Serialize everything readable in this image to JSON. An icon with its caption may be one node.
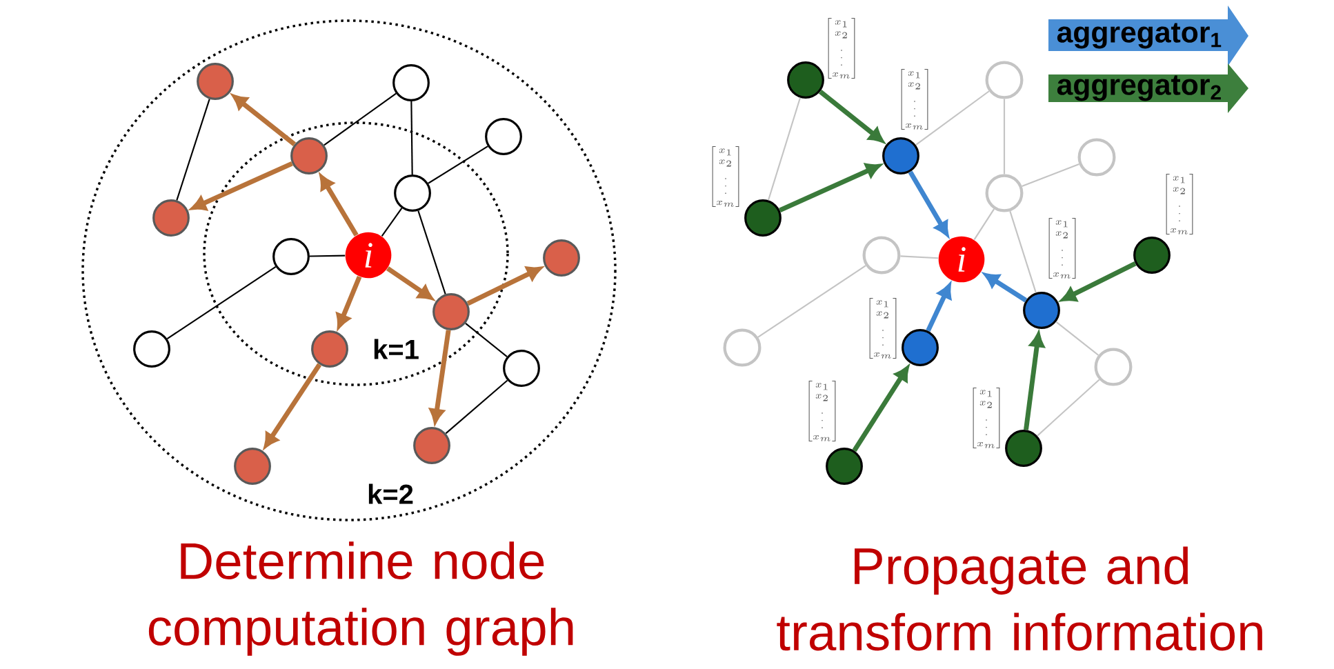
{
  "diagram": {
    "nodes": [
      {
        "text": [
          "i"
        ]
      },
      {
        "text": [],
        "shape": "circle"
      },
      {
        "text": [],
        "shape": "circle"
      },
      {
        "text": [],
        "shape": "circle"
      },
      {
        "text": [],
        "shape": "circle"
      },
      {
        "text": [],
        "shape": "circle"
      },
      {
        "text": [],
        "shape": "circle"
      },
      {
        "text": [],
        "shape": "circle"
      },
      {
        "text": [],
        "shape": "circle"
      },
      {
        "text": [],
        "shape": "circle"
      },
      {
        "text": [],
        "shape": "circle"
      },
      {
        "text": [],
        "shape": "circle"
      },
      {
        "text": [],
        "shape": "circle"
      },
      {
        "text": [],
        "shape": "circle"
      },
      {
        "text": [],
        "shape": "circle"
      },
      {
        "text": [
          "i"
        ]
      },
      {
        "text": [],
        "shape": "circle"
      },
      {
        "text": [],
        "shape": "circle",
        "beside": [
          "\\begin{bmatrix}x_1\\\\x_2\\\\\\vdots\\\\x_m\\end{bmatrix}"
        ]
      },
      {
        "text": [],
        "shape": "circle"
      },
      {
        "text": [],
        "shape": "circle",
        "beside": [
          "\\begin{bmatrix}x_1\\\\x_2\\\\\\vdots\\\\x_m\\end{bmatrix}"
        ]
      },
      {
        "text": [],
        "shape": "circle"
      },
      {
        "text": [],
        "shape": "circle",
        "beside": [
          "\\begin{bmatrix}x_1\\\\x_2\\\\\\vdots\\\\x_m\\end{bmatrix}"
        ]
      },
      {
        "text": [],
        "shape": "circle"
      },
      {
        "text": [],
        "shape": "circle",
        "beside": [
          "\\begin{bmatrix}x_1\\\\x_2\\\\\\vdots\\\\x_m\\end{bmatrix}"
        ]
      },
      {
        "text": [],
        "shape": "circle",
        "beside": [
          "\\begin{bmatrix}x_1\\\\x_2\\\\\\vdots\\\\x_m\\end{bmatrix}"
        ]
      },
      {
        "text": [],
        "shape": "circle"
      },
      {
        "text": [],
        "shape": "circle",
        "beside": [
          "\\begin{bmatrix}x_1\\\\x_2\\\\\\vdots\\\\x_m\\end{bmatrix}"
        ]
      },
      {
        "text": [],
        "shape": "circle"
      },
      {
        "text": [],
        "shape": "circle",
        "beside": [
          "\\begin{bmatrix}x_1\\\\x_2\\\\\\vdots\\\\x_m\\end{bmatrix}"
        ]
      },
      {
        "text": [],
        "shape": "circle",
        "beside": [
          "\\begin{bmatrix}x_1\\\\x_2\\\\\\vdots\\\\x_m\\end{bmatrix}"
        ]
      }
    ],
    "edges": [
      {
        "from": 1,
        "to": 6,
        "arrow": "none"
      },
      {
        "from": 4,
        "to": 2,
        "arrow": "none"
      },
      {
        "from": 2,
        "to": 5,
        "arrow": "none"
      },
      {
        "from": 5,
        "to": 3,
        "arrow": "none"
      },
      {
        "from": 5,
        "to": 0,
        "arrow": "none"
      },
      {
        "from": 7,
        "to": 0,
        "arrow": "none"
      },
      {
        "from": 7,
        "to": 10,
        "arrow": "none"
      },
      {
        "from": 5,
        "to": 9,
        "arrow": "none"
      },
      {
        "from": 9,
        "to": 12,
        "arrow": "none"
      },
      {
        "from": 12,
        "to": 13,
        "arrow": "none"
      },
      {
        "from": 0,
        "to": 4,
        "arrow": "to",
        "style": "thick",
        "color": "#b8733a"
      },
      {
        "from": 4,
        "to": 1,
        "arrow": "to",
        "style": "thick",
        "color": "#b8733a"
      },
      {
        "from": 4,
        "to": 6,
        "arrow": "to",
        "style": "thick",
        "color": "#b8733a"
      },
      {
        "from": 0,
        "to": 9,
        "arrow": "to",
        "style": "thick",
        "color": "#b8733a"
      },
      {
        "from": 9,
        "to": 8,
        "arrow": "to",
        "style": "thick",
        "color": "#b8733a"
      },
      {
        "from": 0,
        "to": 11,
        "arrow": "to",
        "style": "thick",
        "color": "#b8733a"
      },
      {
        "from": 11,
        "to": 14,
        "arrow": "to",
        "style": "thick",
        "color": "#b8733a"
      },
      {
        "from": 9,
        "to": 13,
        "arrow": "to",
        "style": "thick",
        "color": "#b8733a"
      },
      {
        "from": 17,
        "to": 21,
        "arrow": "none",
        "color": "#c4c4c4"
      },
      {
        "from": 19,
        "to": 16,
        "arrow": "none",
        "color": "#c4c4c4"
      },
      {
        "from": 16,
        "to": 20,
        "arrow": "none",
        "color": "#c4c4c4"
      },
      {
        "from": 20,
        "to": 18,
        "arrow": "none",
        "color": "#c4c4c4"
      },
      {
        "from": 20,
        "to": 15,
        "arrow": "none",
        "color": "#c4c4c4"
      },
      {
        "from": 22,
        "to": 15,
        "arrow": "none",
        "color": "#c4c4c4"
      },
      {
        "from": 22,
        "to": 25,
        "arrow": "none",
        "color": "#c4c4c4"
      },
      {
        "from": 20,
        "to": 24,
        "arrow": "none",
        "color": "#c4c4c4"
      },
      {
        "from": 24,
        "to": 27,
        "arrow": "none",
        "color": "#c4c4c4"
      },
      {
        "from": 27,
        "to": 28,
        "arrow": "none",
        "color": "#c4c4c4"
      },
      {
        "from": 17,
        "to": 19,
        "arrow": "to",
        "style": "thick",
        "color": "#3a7a3a"
      },
      {
        "from": 21,
        "to": 19,
        "arrow": "to",
        "style": "thick",
        "color": "#3a7a3a"
      },
      {
        "from": 19,
        "to": 15,
        "arrow": "to",
        "style": "thick",
        "color": "#3f86d0"
      },
      {
        "from": 26,
        "to": 15,
        "arrow": "to",
        "style": "thick",
        "color": "#3f86d0"
      },
      {
        "from": 29,
        "to": 26,
        "arrow": "to",
        "style": "thick",
        "color": "#3a7a3a"
      },
      {
        "from": 24,
        "to": 15,
        "arrow": "to",
        "style": "thick",
        "color": "#3f86d0"
      },
      {
        "from": 23,
        "to": 24,
        "arrow": "to",
        "style": "thick",
        "color": "#3a7a3a"
      },
      {
        "from": 28,
        "to": 24,
        "arrow": "to",
        "style": "thick",
        "color": "#3a7a3a"
      }
    ],
    "labels": [
      "k=1",
      "k=2",
      "Determine node computation graph",
      "Propagate and transform information"
    ],
    "legend": [
      {
        "text": "aggregator$_{1}$",
        "color": "#4a8fd6"
      },
      {
        "text": "aggregator$_{2}$",
        "color": "#3d7f3d"
      }
    ]
  }
}
